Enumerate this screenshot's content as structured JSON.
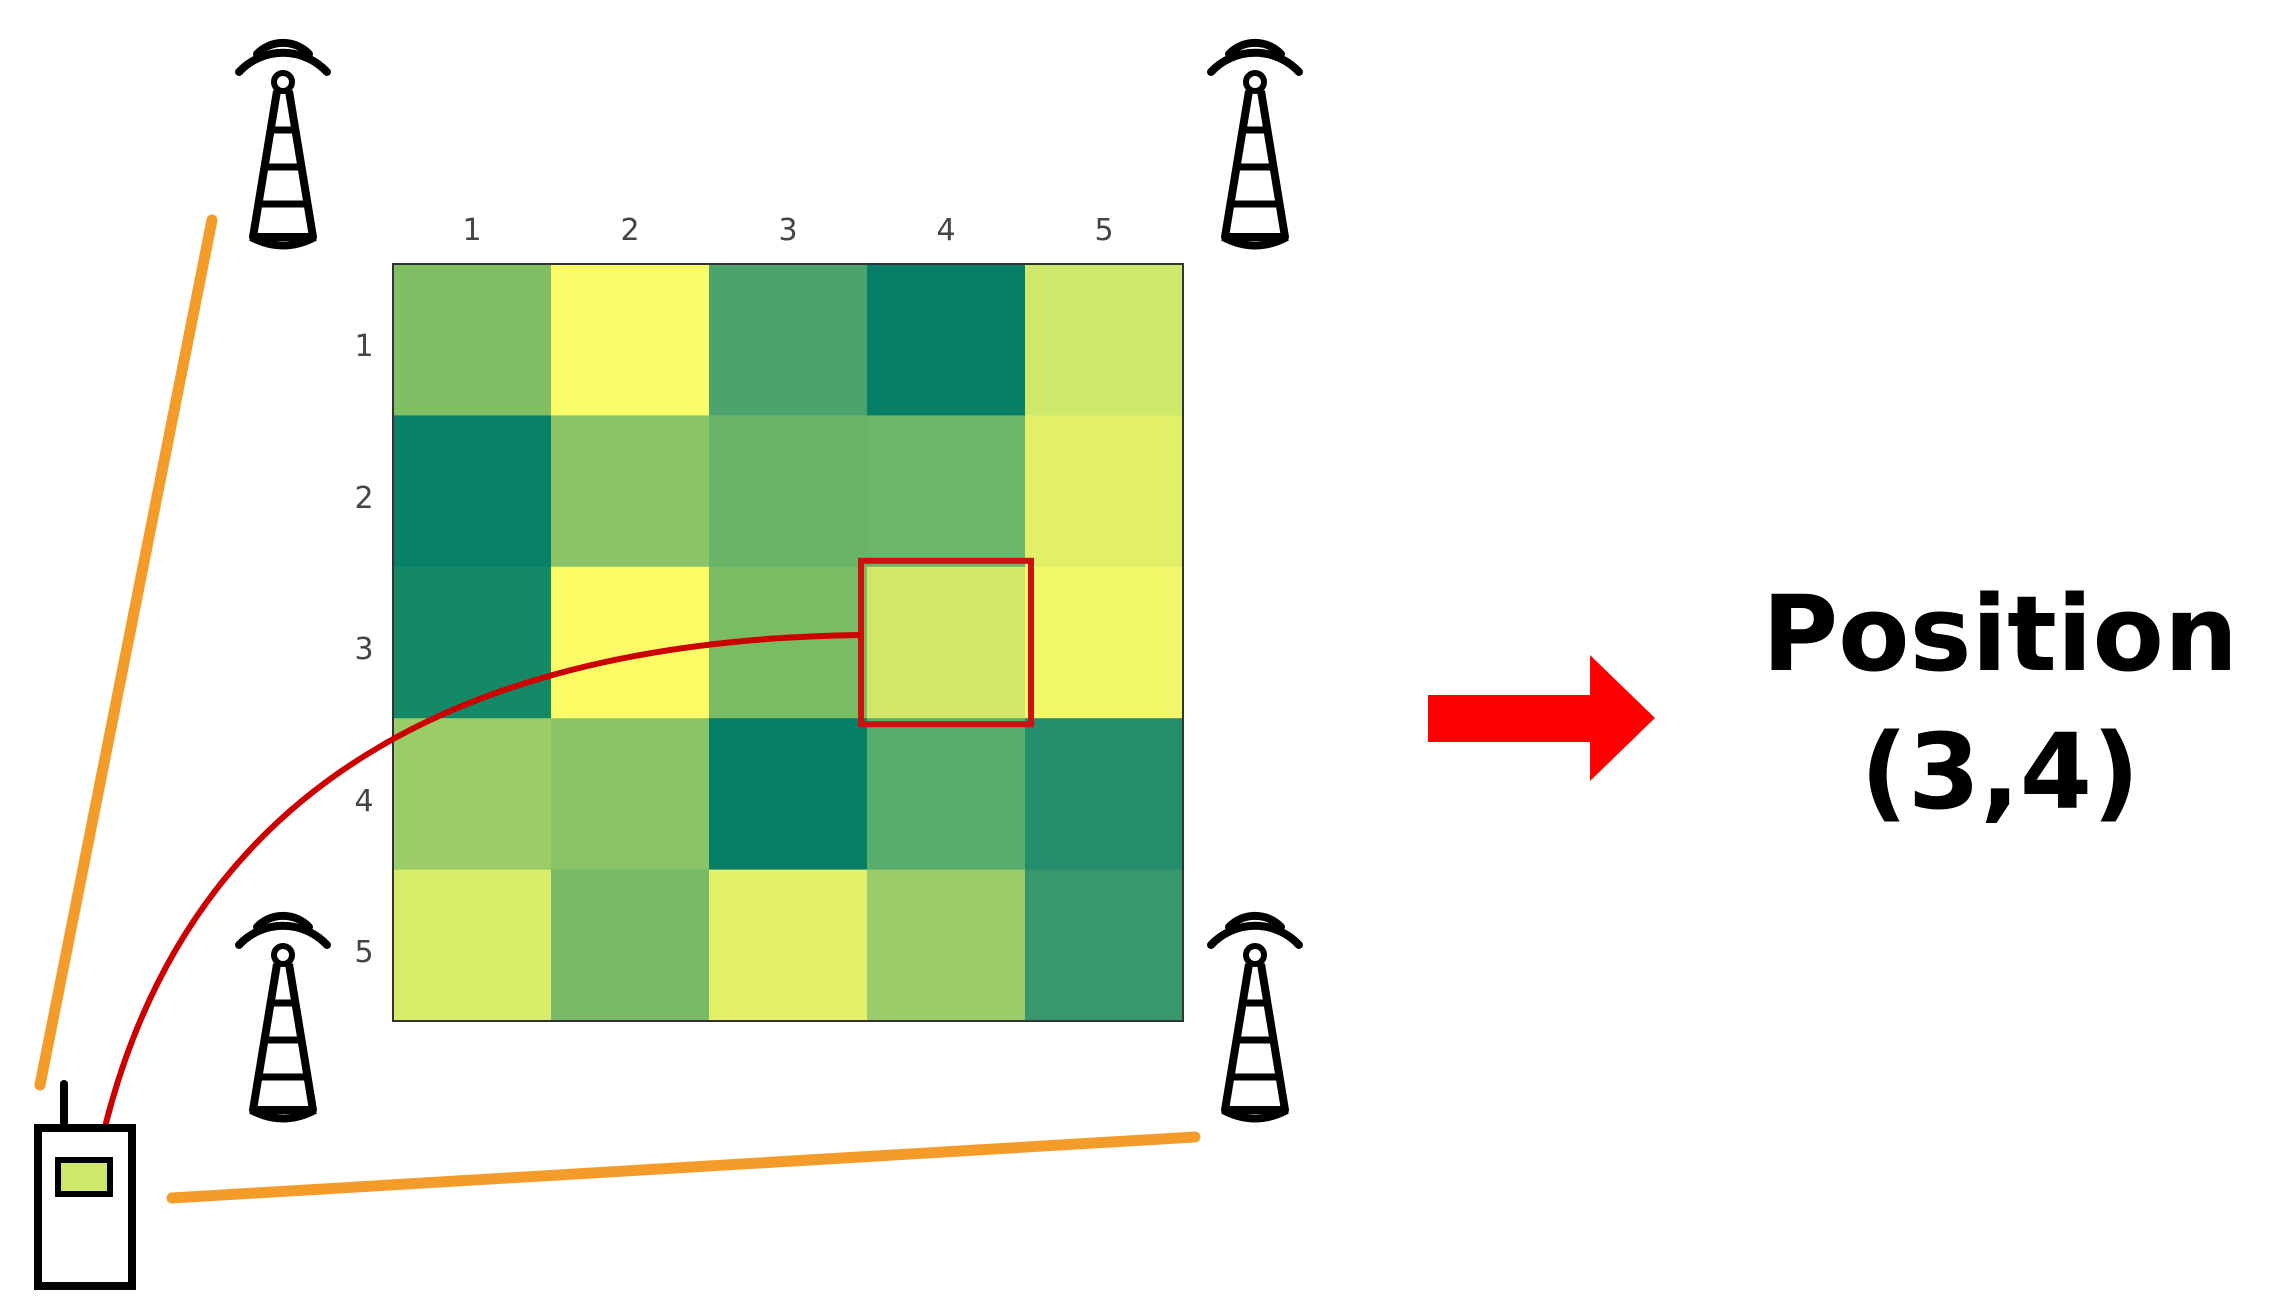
{
  "result": {
    "label": "Position",
    "coordinates": "(3,4)"
  },
  "heatmap": {
    "column_ticks": [
      "1",
      "2",
      "3",
      "4",
      "5"
    ],
    "row_ticks": [
      "1",
      "2",
      "3",
      "4",
      "5"
    ],
    "cells": [
      [
        "#82bf64",
        "#fafc68",
        "#4aa46c",
        "#077e68",
        "#cde86a"
      ],
      [
        "#088068",
        "#8ac466",
        "#6ab468",
        "#6cb66a",
        "#e2ef68"
      ],
      [
        "#158866",
        "#fcfc66",
        "#7abc64",
        "#d2e768",
        "#f3f86b"
      ],
      [
        "#9acc68",
        "#8ac466",
        "#077e68",
        "#58ac6c",
        "#248e6c"
      ],
      [
        "#d8ec6a",
        "#78ba66",
        "#e2f06a",
        "#9acd6a",
        "#36986c"
      ]
    ],
    "highlight": {
      "row": 3,
      "col": 4
    }
  },
  "colors": {
    "link_line": "#f39c2a",
    "path_curve": "#cc0000",
    "highlight_border": "#cc1111",
    "arrow": "#ff0000",
    "device_screen": "#cde86a",
    "outline": "#000000"
  },
  "icons": {
    "towers": [
      "cell-tower-icon",
      "cell-tower-icon",
      "cell-tower-icon",
      "cell-tower-icon"
    ],
    "device": "handheld-device-icon",
    "arrow": "right-arrow-icon"
  }
}
